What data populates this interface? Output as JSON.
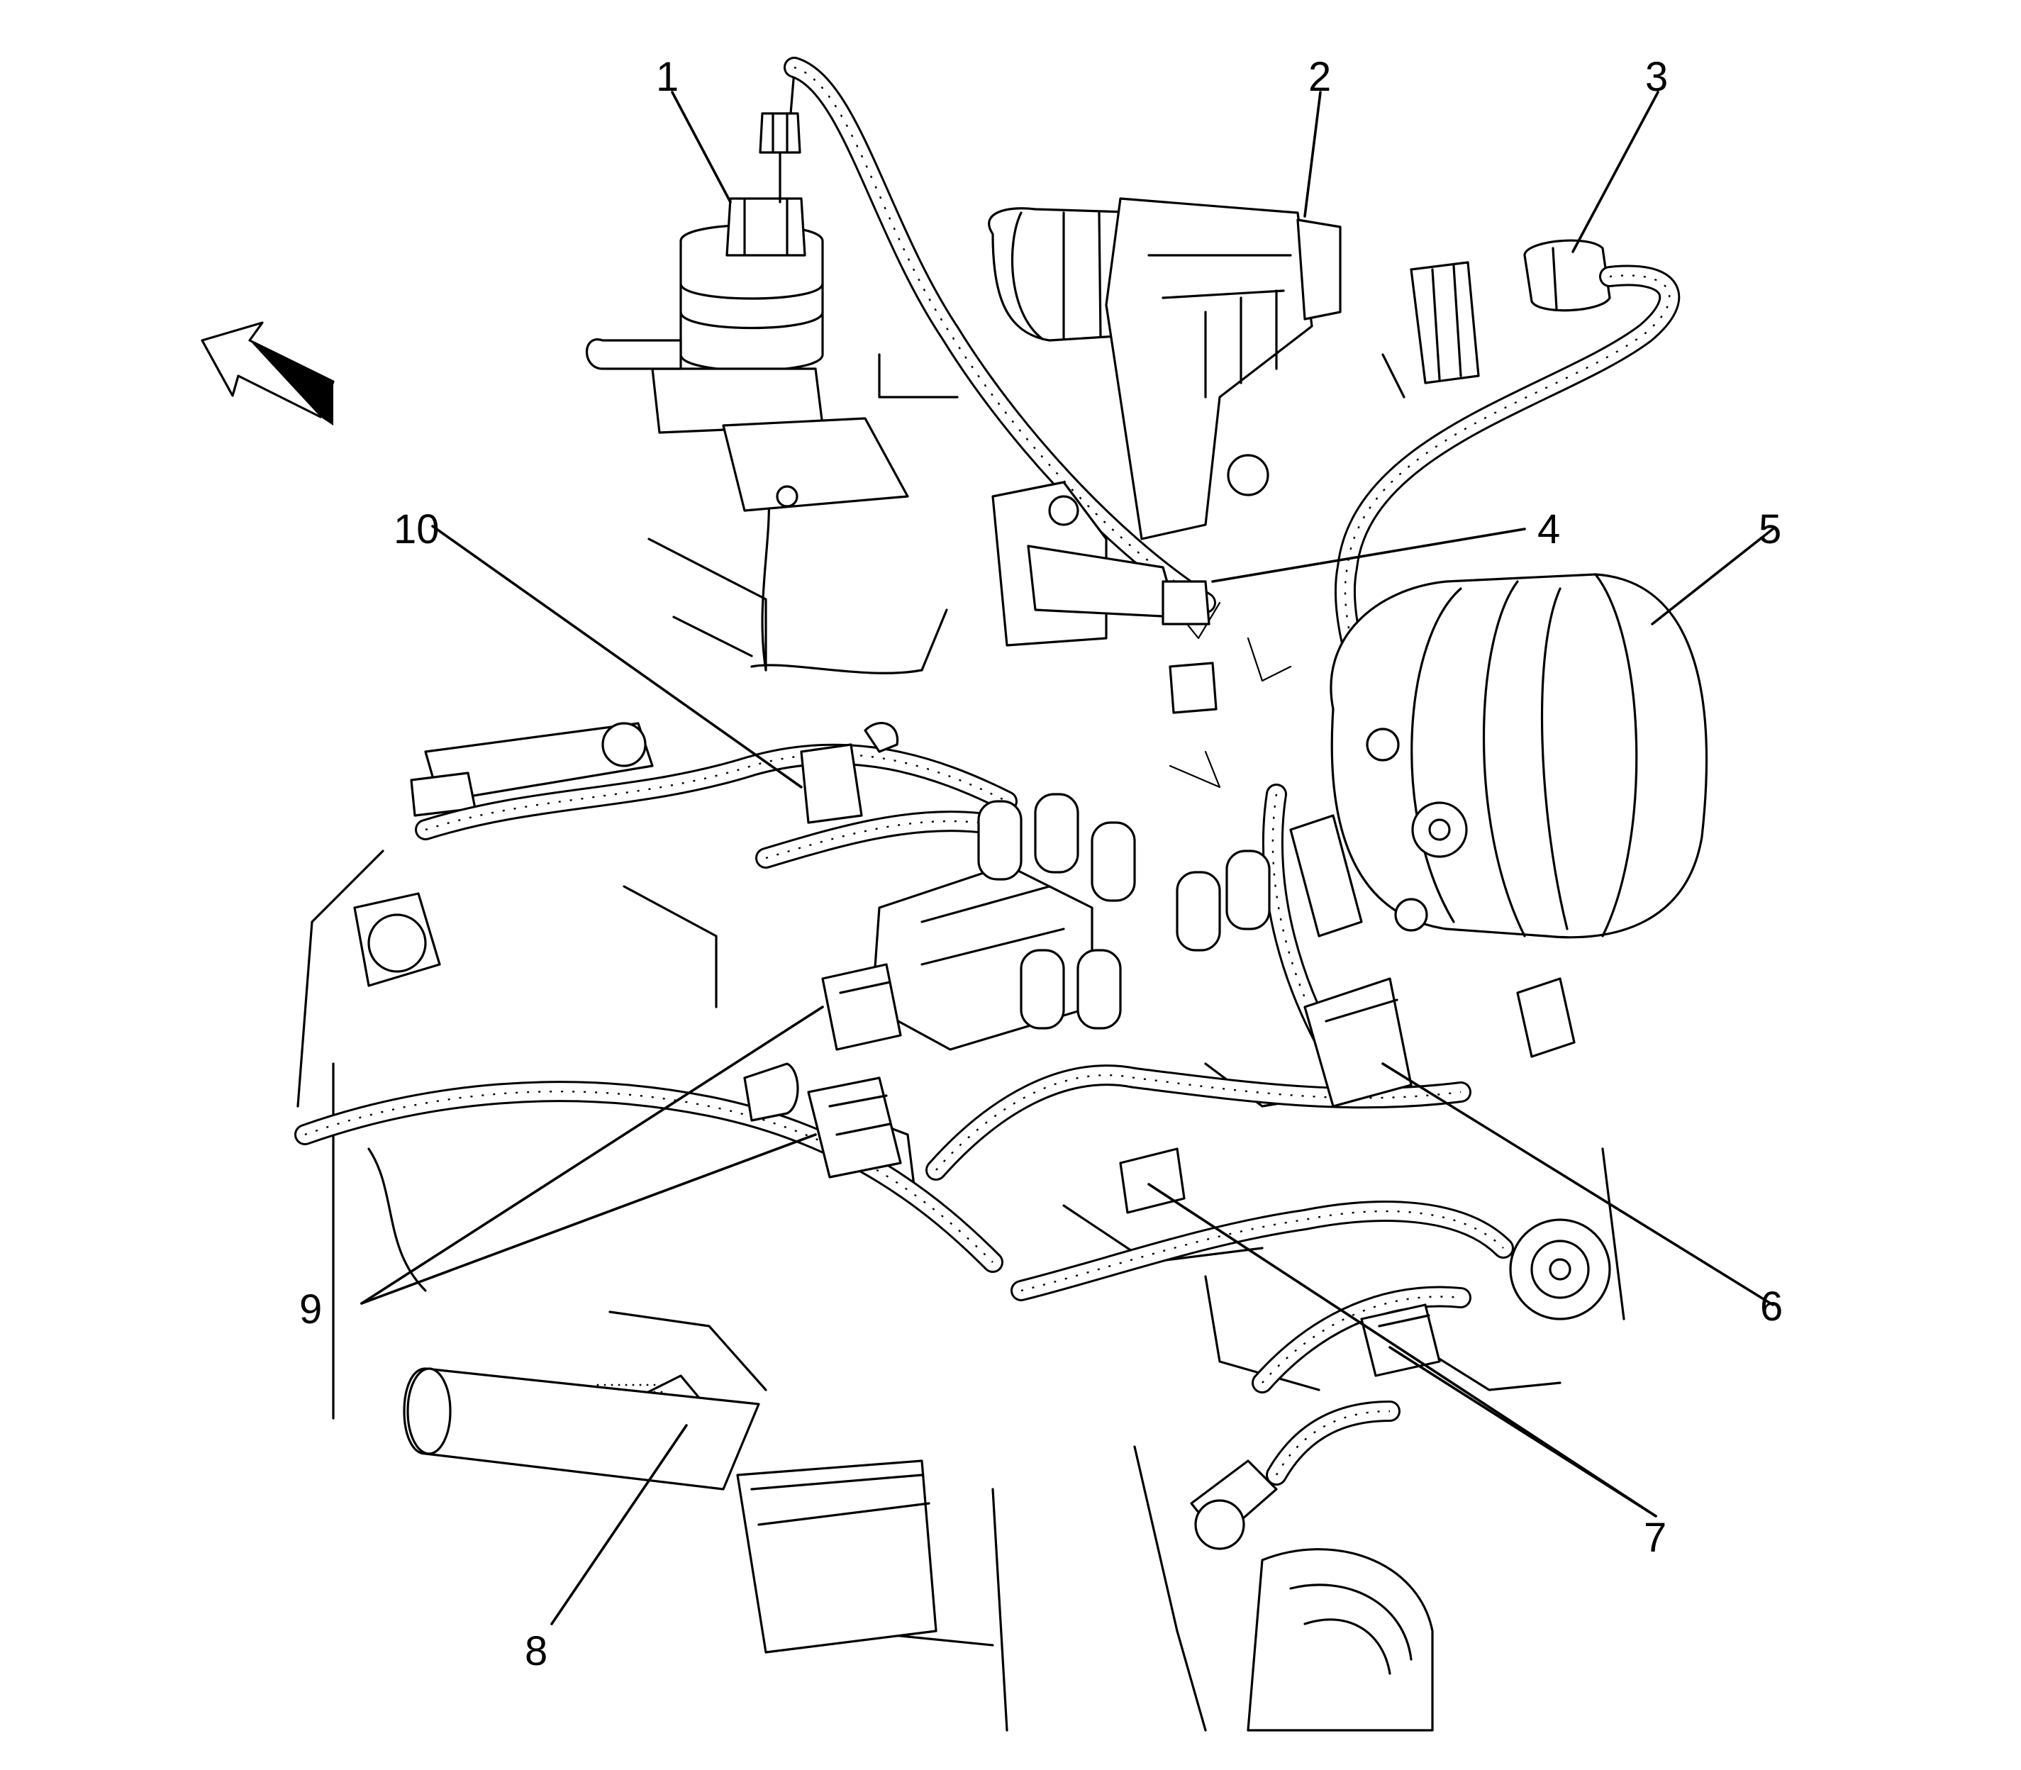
{
  "callouts": [
    {
      "id": "c1",
      "label": "1"
    },
    {
      "id": "c2",
      "label": "2"
    },
    {
      "id": "c3",
      "label": "3"
    },
    {
      "id": "c4",
      "label": "4"
    },
    {
      "id": "c5",
      "label": "5"
    },
    {
      "id": "c6",
      "label": "6"
    },
    {
      "id": "c7",
      "label": "7"
    },
    {
      "id": "c8",
      "label": "8"
    },
    {
      "id": "c9",
      "label": "9"
    },
    {
      "id": "c10",
      "label": "10"
    }
  ],
  "colors": {
    "line": "#000000",
    "background": "#ffffff"
  },
  "icons": {
    "direction": "front-arrow-icon"
  }
}
